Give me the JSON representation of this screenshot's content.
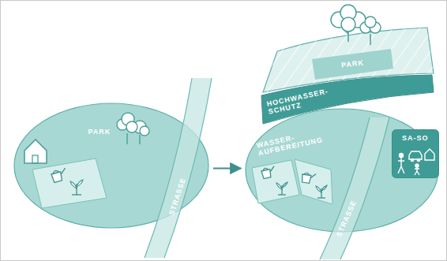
{
  "diagram": {
    "nodes": [
      {
        "text": [
          "PARK"
        ]
      },
      {
        "text": [
          "STRASSE"
        ]
      },
      {
        "text": [
          "PARK"
        ]
      },
      {
        "text": [
          "HOCHWASSER- SCHUTZ"
        ]
      },
      {
        "text": [
          "WASSER- AUFBEREITUNG"
        ]
      },
      {
        "text": [
          "STRASSE"
        ]
      },
      {
        "text": [
          "SA-SO"
        ]
      }
    ],
    "edges": [
      {
        "from": 0,
        "to": 4,
        "arrow": "to"
      }
    ]
  }
}
